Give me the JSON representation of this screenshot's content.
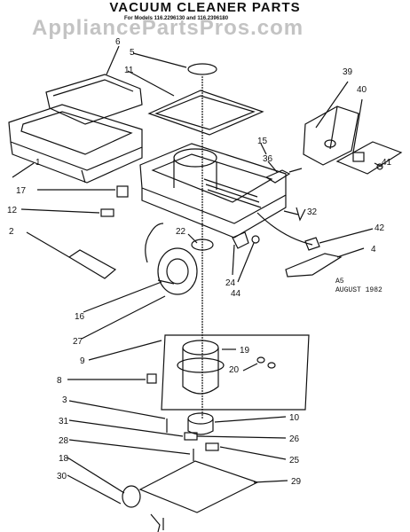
{
  "title": "VACUUM CLEANER PARTS",
  "subtitle": "For Models 116.2296130 and 116.2396180",
  "watermark": "AppliancePartsPros.com",
  "date_code": [
    "A5",
    "AUGUST 1982"
  ],
  "callouts": [
    "1",
    "2",
    "3",
    "4",
    "5",
    "6",
    "8",
    "9",
    "10",
    "11",
    "12",
    "15",
    "16",
    "17",
    "18",
    "19",
    "20",
    "22",
    "24",
    "25",
    "26",
    "27",
    "28",
    "29",
    "30",
    "31",
    "32",
    "36",
    "39",
    "40",
    "41",
    "42",
    "44"
  ]
}
